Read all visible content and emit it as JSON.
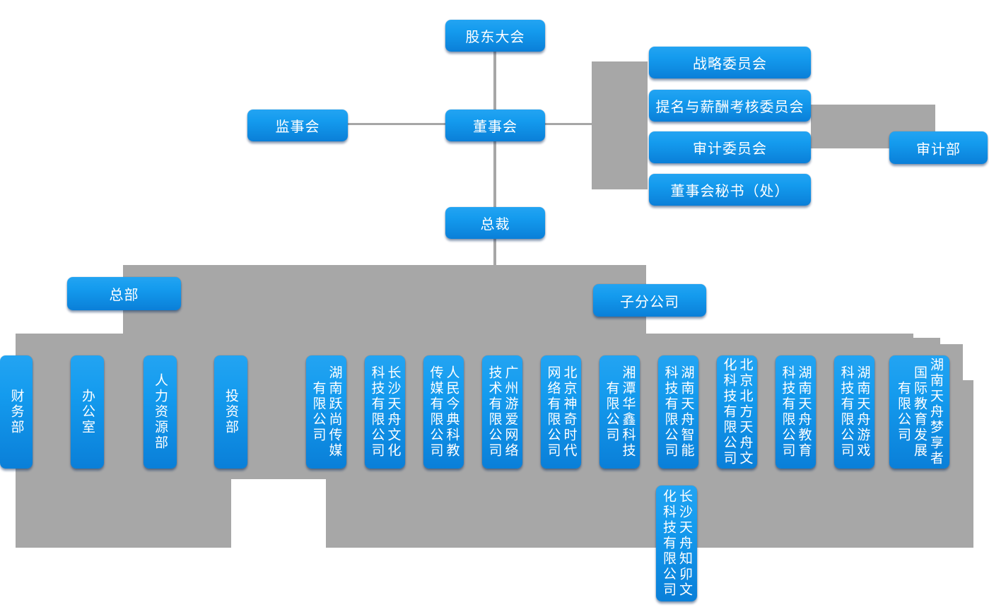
{
  "palette": {
    "node_blue_top": "#23a4f2",
    "node_blue_bottom": "#0a7fd8",
    "connector_gray": "#a7a7a7",
    "text_white": "#ffffff"
  },
  "nodes": {
    "shareholders": {
      "label": "股东大会"
    },
    "supervisory": {
      "label": "监事会"
    },
    "board": {
      "label": "董事会"
    },
    "president": {
      "label": "总裁"
    },
    "hq": {
      "label": "总部"
    },
    "subsidiaries": {
      "label": "子分公司"
    },
    "audit_dept": {
      "label": "审计部"
    }
  },
  "committees": [
    {
      "label": "战略委员会"
    },
    {
      "label": "提名与薪酬考核委员会"
    },
    {
      "label": "审计委员会"
    },
    {
      "label": "董事会秘书（处）"
    }
  ],
  "departments": [
    {
      "label": "财务部"
    },
    {
      "label": "办公室"
    },
    {
      "label": "人力资源部"
    },
    {
      "label": "投资部"
    }
  ],
  "companies": [
    {
      "name": "湖南跃尚传媒\n有限公司"
    },
    {
      "name": "长沙天舟文化\n科技有限公司"
    },
    {
      "name": "人民今典科教\n传媒有限公司"
    },
    {
      "name": "广州游爱网络\n技术有限公司"
    },
    {
      "name": "北京神奇时代\n网络有限公司"
    },
    {
      "name": "湘潭华鑫科技\n有限公司"
    },
    {
      "name": "湖南天舟智能\n科技有限公司"
    },
    {
      "name": "北京北方天舟文\n化科技有限公司"
    },
    {
      "name": "湖南天舟教育\n科技有限公司"
    },
    {
      "name": "湖南天舟游戏\n科技有限公司"
    },
    {
      "name": "湖南天舟梦享者\n国际教育发展\n有限公司"
    }
  ],
  "sub_company": {
    "name": "长沙天舟知卯文\n化科技有限公司"
  }
}
